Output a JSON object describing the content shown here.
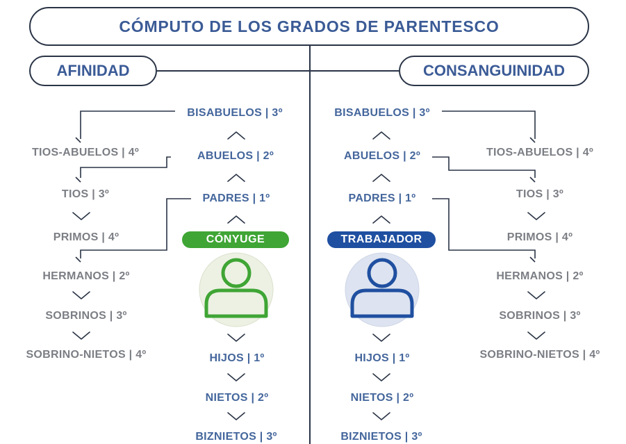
{
  "title": "CÓMPUTO DE LOS GRADOS DE PARENTESCO",
  "afinidad": "AFINIDAD",
  "consanguinidad": "CONSANGUINIDAD",
  "colors": {
    "blue": "#44669c",
    "gray": "#7b7e84",
    "green": "#3fa535",
    "navy": "#1f4fa0"
  },
  "left": {
    "badge": "CÓNYUGE",
    "icon": "person-icon-green",
    "ascendants": [
      "BISABUELOS | 3º",
      "ABUELOS | 2º",
      "PADRES | 1º"
    ],
    "descendants": [
      "HIJOS | 1º",
      "NIETOS | 2º",
      "BIZNIETOS | 3º"
    ],
    "collaterals": [
      "TIOS-ABUELOS | 4º",
      "TIOS | 3º",
      "PRIMOS | 4º",
      "HERMANOS | 2º",
      "SOBRINOS | 3º",
      "SOBRINO-NIETOS | 4º"
    ]
  },
  "right": {
    "badge": "TRABAJADOR",
    "icon": "person-icon-blue",
    "ascendants": [
      "BISABUELOS | 3º",
      "ABUELOS | 2º",
      "PADRES | 1º"
    ],
    "descendants": [
      "HIJOS | 1º",
      "NIETOS | 2º",
      "BIZNIETOS | 3º"
    ],
    "collaterals": [
      "TIOS-ABUELOS | 4º",
      "TIOS | 3º",
      "PRIMOS | 4º",
      "HERMANOS | 2º",
      "SOBRINOS | 3º",
      "SOBRINO-NIETOS | 4º"
    ]
  }
}
